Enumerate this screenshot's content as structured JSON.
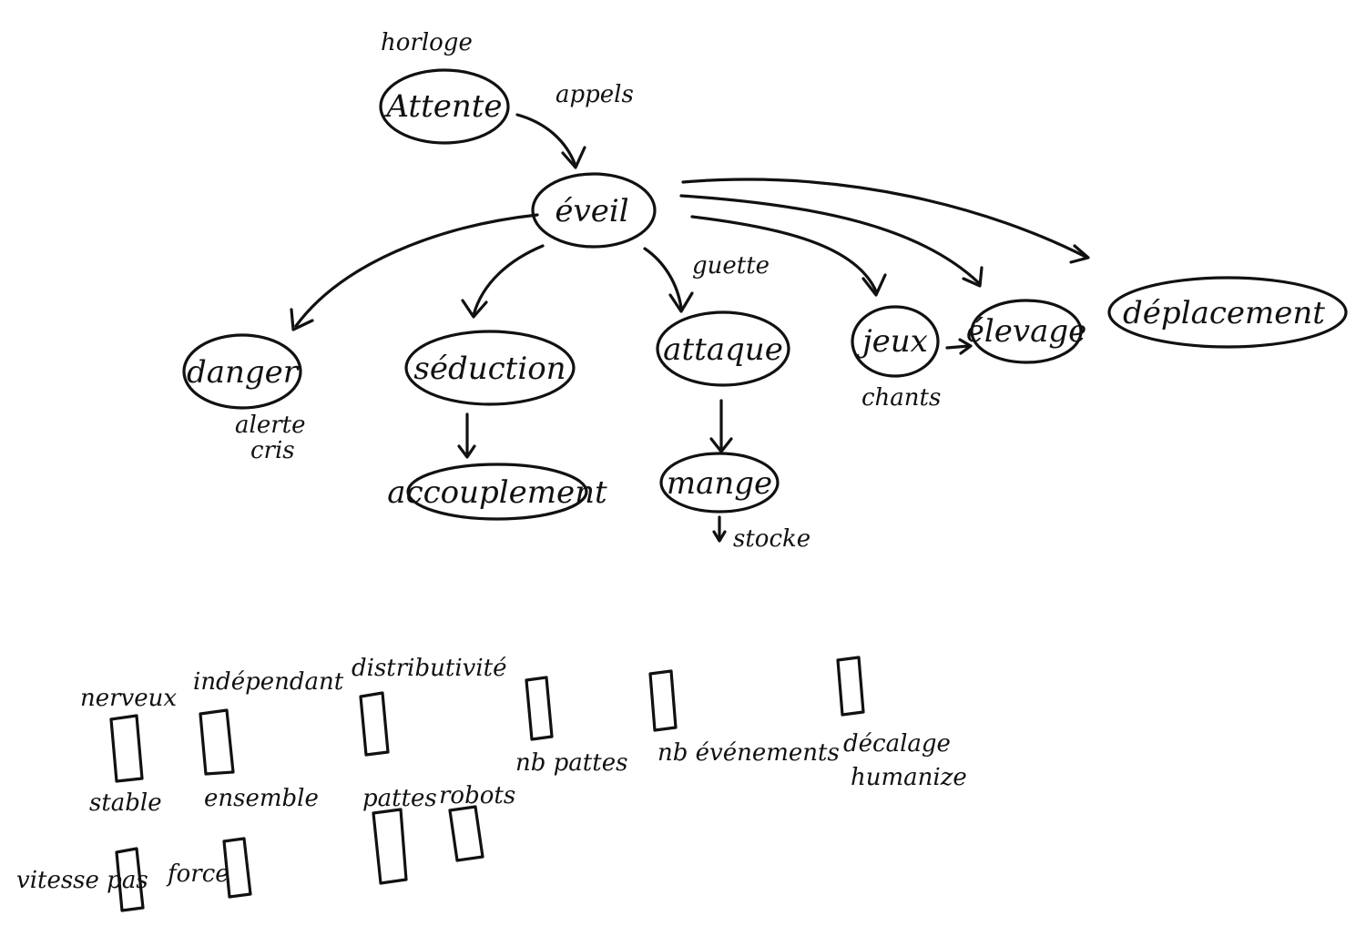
{
  "diagram": {
    "nodes": {
      "attente": "Attente",
      "eveil": "éveil",
      "danger": "danger",
      "seduction": "séduction",
      "attaque": "attaque",
      "jeux": "jeux",
      "elevage": "élevage",
      "deplacement": "déplacement",
      "accouplement": "accouplement",
      "mange": "mange"
    },
    "notes": {
      "horloge": "horloge",
      "appels": "appels",
      "guette": "guette",
      "alerte": "alerte",
      "cris": "cris",
      "chants": "chants",
      "stocke": "stocke"
    }
  },
  "controls": {
    "nerveux": "nerveux",
    "stable": "stable",
    "independant": "indépendant",
    "ensemble": "ensemble",
    "distributivite": "distributivité",
    "pattes": "pattes",
    "robots": "robots",
    "nb_pattes": "nb pattes",
    "nb_evenements": "nb événements",
    "decalage": "décalage",
    "humanize": "humanize",
    "vitesse_pas": "vitesse pas",
    "force": "force"
  }
}
